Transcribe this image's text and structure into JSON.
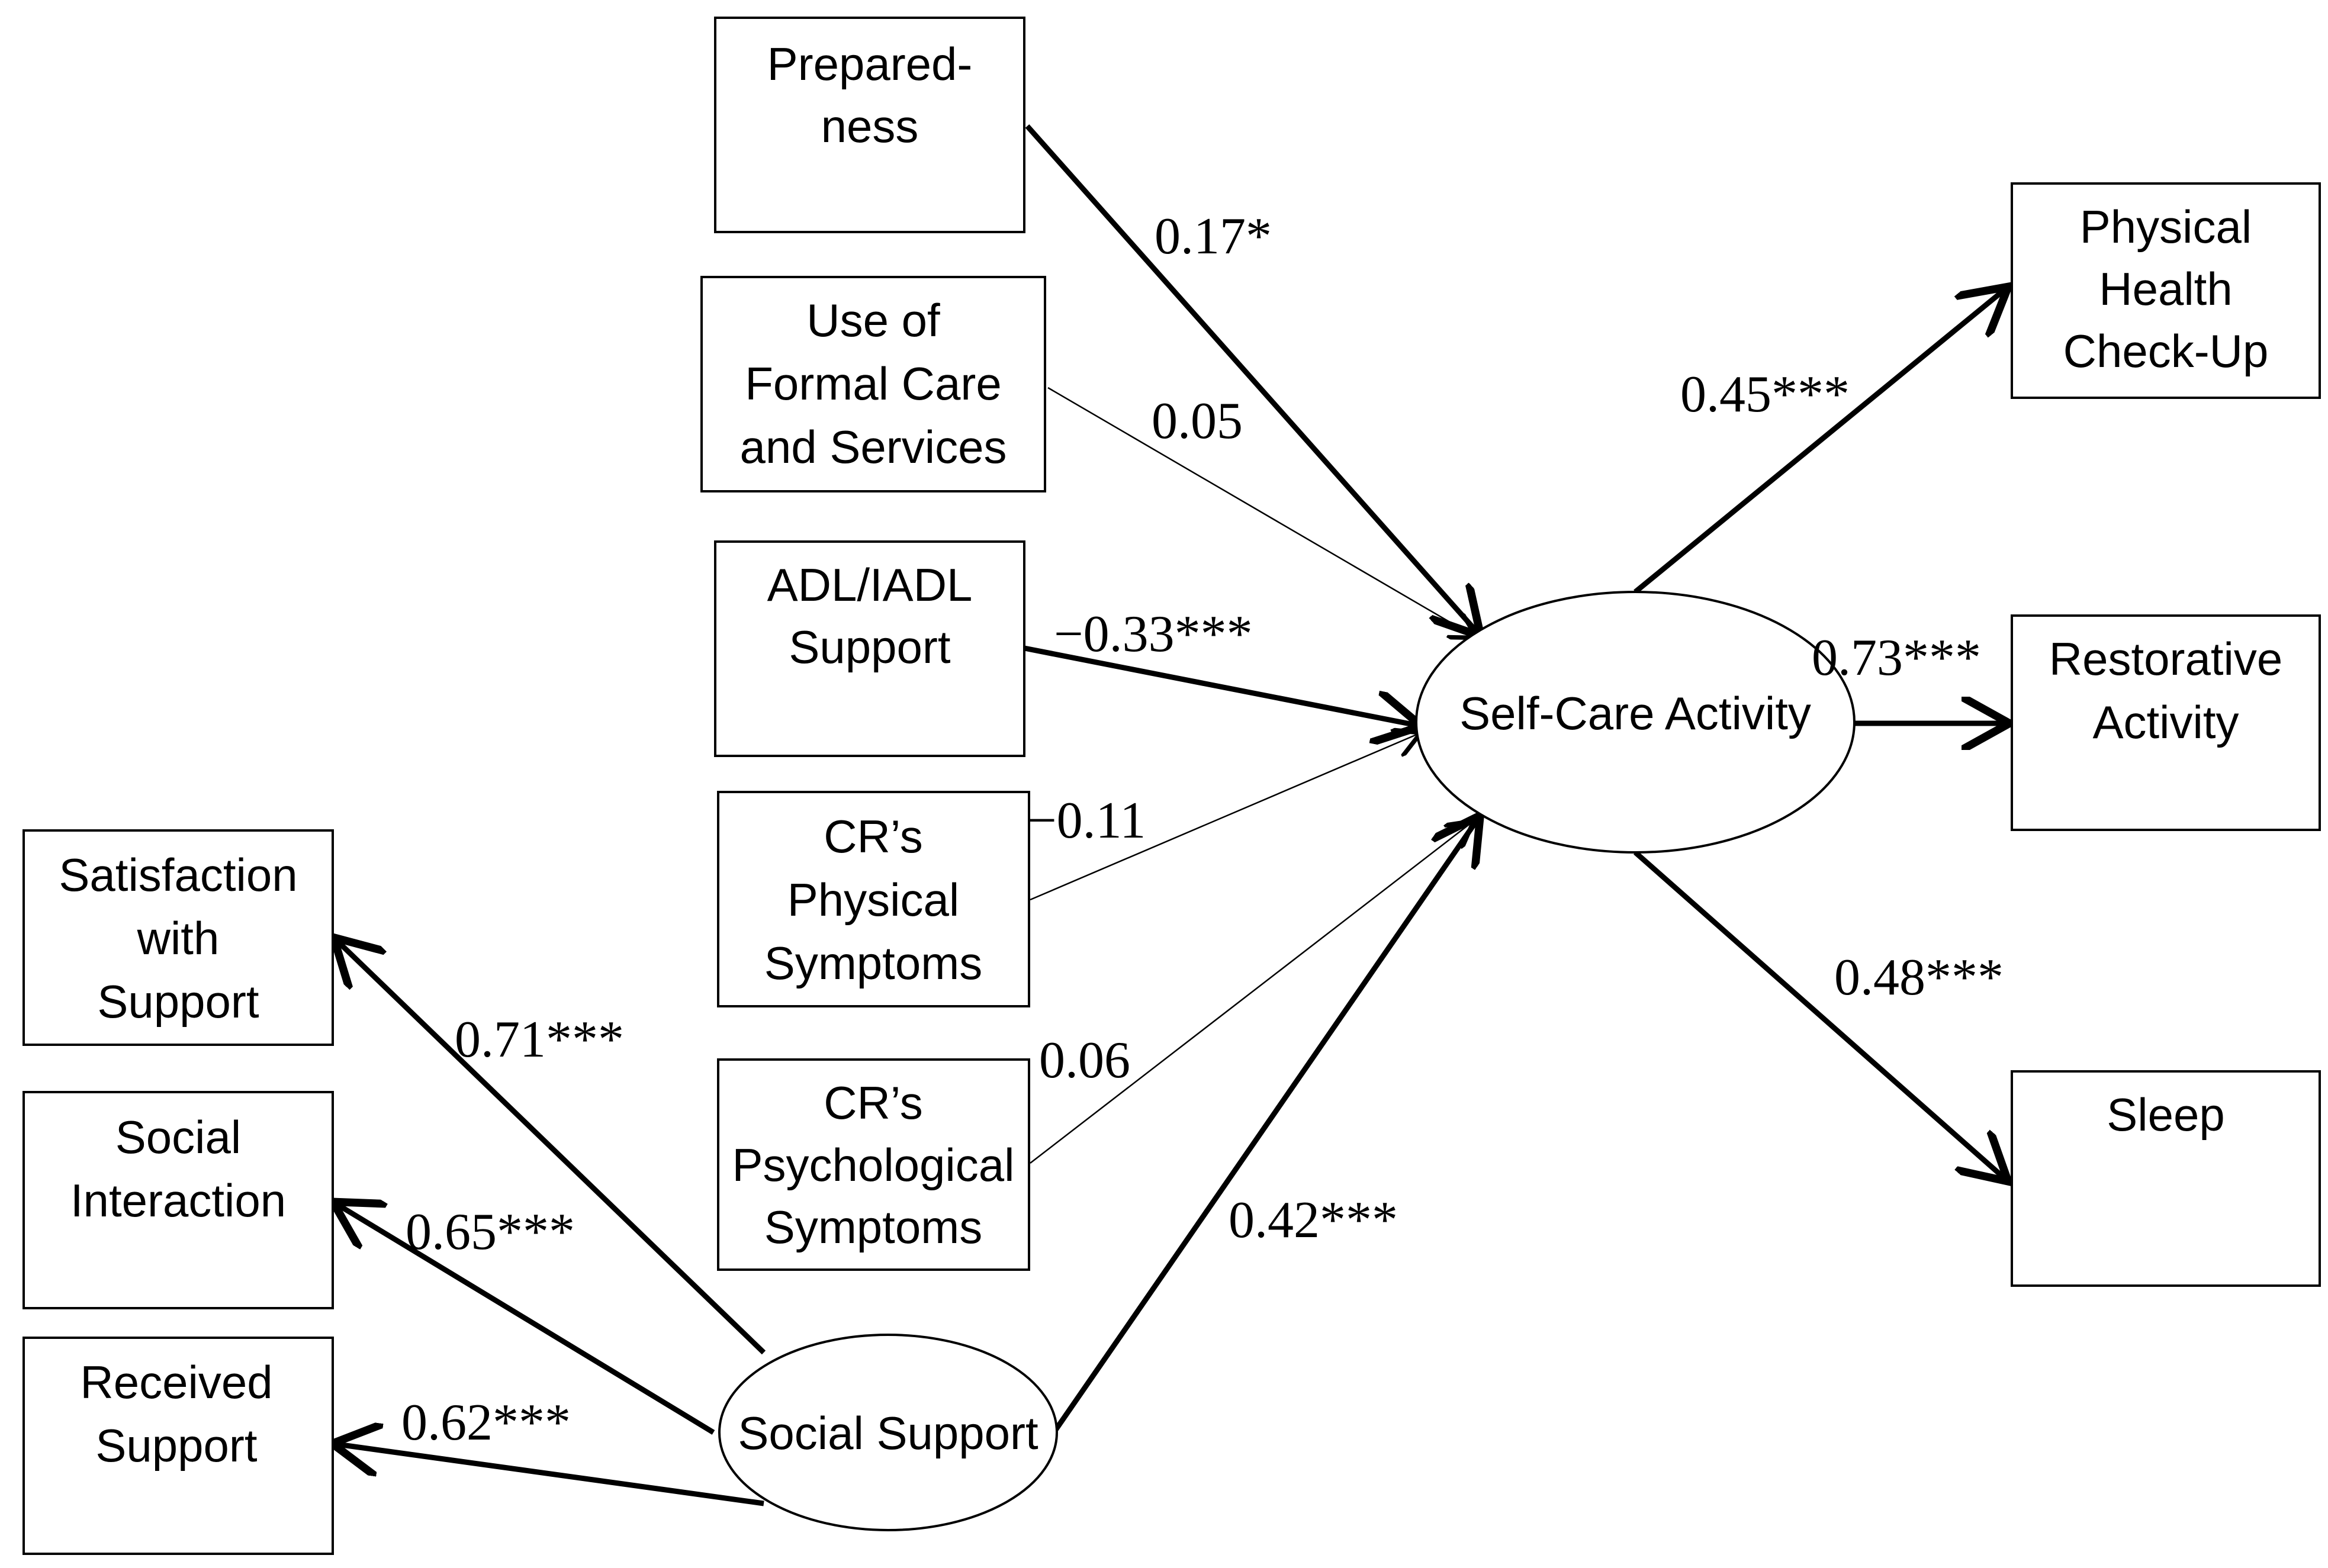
{
  "nodes": {
    "preparedness": [
      "Prepared-",
      "ness"
    ],
    "formal_care": [
      "Use of",
      "Formal Care",
      "and Services"
    ],
    "adl": [
      "ADL/IADL",
      "Support"
    ],
    "physical_symptoms": [
      "CR’s",
      "Physical",
      "Symptoms"
    ],
    "psych_symptoms": [
      "CR’s",
      "Psychological",
      "Symptoms"
    ],
    "self_care": [
      "Self-Care Activity"
    ],
    "social_support": [
      "Social Support"
    ],
    "satisfaction": [
      "Satisfaction",
      "with",
      "Support"
    ],
    "social_interaction": [
      "Social",
      "Interaction"
    ],
    "received_support": [
      "Received",
      "Support"
    ],
    "health_checkup": [
      "Physical",
      "Health",
      "Check-Up"
    ],
    "restorative": [
      "Restorative",
      "Activity"
    ],
    "sleep": [
      "Sleep"
    ]
  },
  "paths": {
    "preparedness_to_self_care": "0.17*",
    "formal_care_to_self_care": "0.05",
    "adl_to_self_care": "−0.33***",
    "physical_symptoms_to_self_care": "−0.11",
    "psych_symptoms_to_self_care": "0.06",
    "social_support_to_self_care": "0.42***",
    "self_care_to_health_checkup": "0.45***",
    "self_care_to_restorative": "0.73***",
    "self_care_to_sleep": "0.48***",
    "social_support_to_satisfaction": "0.71***",
    "social_support_to_interaction": "0.65***",
    "social_support_to_received": "0.62***"
  }
}
